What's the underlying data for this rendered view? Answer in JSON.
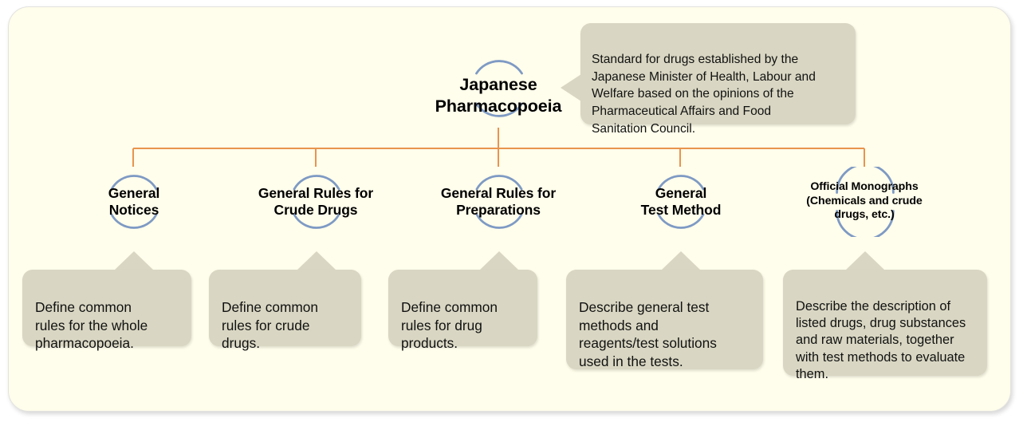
{
  "diagram": {
    "title": "Structure of the Japanese Pharmacopoeia",
    "colors": {
      "panel_background": "#fffdeb",
      "panel_border": "#e3e3e0",
      "connector_line": "#e8944e",
      "circle_arc": "#7e9ac4",
      "callout_fill": "#d9d7c3",
      "text": "#000000"
    },
    "root": {
      "label": "Japanese\nPharmacopoeia",
      "callout": "Standard for drugs established by the\nJapanese Minister of Health, Labour and\nWelfare based on the opinions of the\nPharmaceutical Affairs and Food\nSanitation Council."
    },
    "children": [
      {
        "label": "General\nNotices",
        "callout": "Define common\nrules for the whole\npharmacopoeia."
      },
      {
        "label": "General Rules for\nCrude Drugs",
        "callout": "Define common\nrules for crude\ndrugs."
      },
      {
        "label": "General Rules for\nPreparations",
        "callout": "Define common\nrules for drug\nproducts."
      },
      {
        "label": "General\nTest Method",
        "callout": "Describe general test\nmethods and\nreagents/test solutions\nused in the tests."
      },
      {
        "label": "Official Monographs\n(Chemicals and crude\ndrugs, etc.)",
        "callout": "Describe the description of\nlisted drugs, drug substances\nand raw materials, together\nwith test methods to evaluate\nthem."
      }
    ]
  }
}
